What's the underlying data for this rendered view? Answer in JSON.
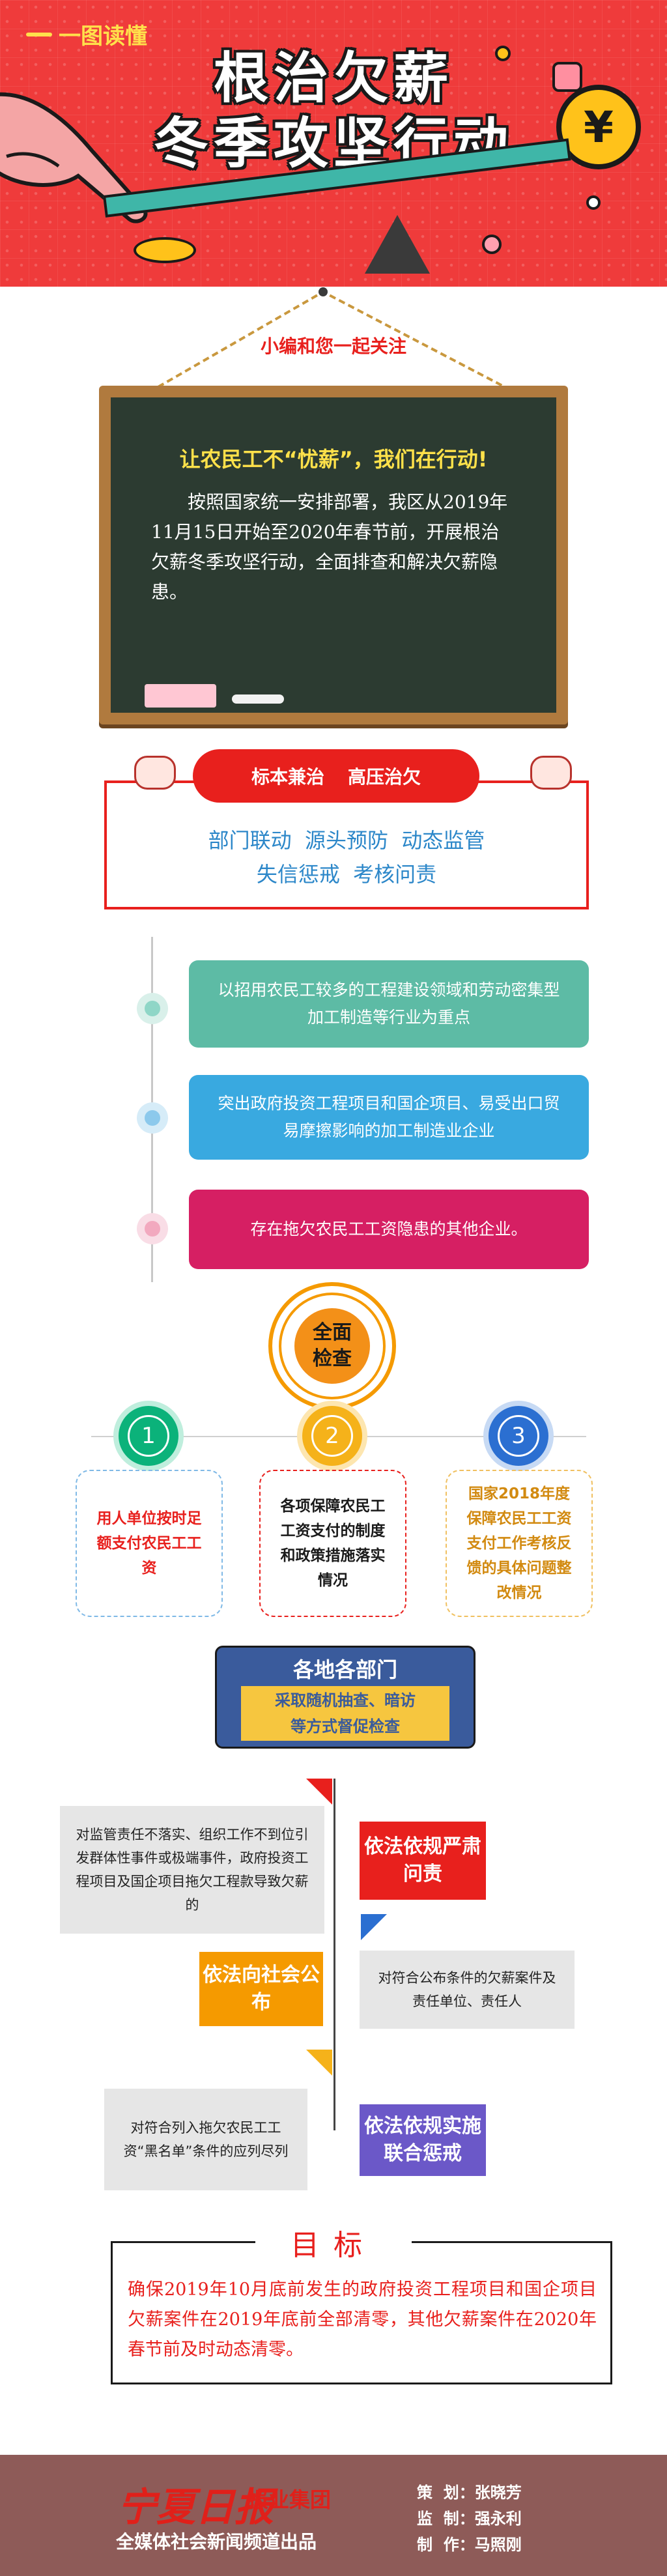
{
  "header": {
    "tag": "一图读懂",
    "title_line1": "根治欠薪",
    "title_line2": "冬季攻坚行动",
    "coin_symbol": "¥"
  },
  "board": {
    "hanging_text": "小编和您一起关注",
    "title": "让农民工不“忧薪”，我们在行动!",
    "body": "按照国家统一安排部署，我区从2019年11月15日开始至2020年春节前，开展根治欠薪冬季攻坚行动，全面排查和解决欠薪隐患。"
  },
  "principle": {
    "pill_left": "标本兼治",
    "pill_right": "高压治欠",
    "line1": "部门联动  源头预防  动态监管",
    "line2": "失信惩戒  考核问责"
  },
  "focus": [
    {
      "text": "以招用农民工较多的工程建设领域和劳动密集型加工制造等行业为重点",
      "color": "#5dbba5"
    },
    {
      "text": "突出政府投资工程项目和国企项目、易受出口贸易摩擦影响的加工制造业企业",
      "color": "#39a9e0"
    },
    {
      "text": "存在拖欠农民工工资隐患的其他企业。",
      "color": "#d61f63"
    }
  ],
  "check": {
    "title_l1": "全面",
    "title_l2": "检查",
    "items": [
      {
        "num": "1",
        "text": "用人单位按时足额支付农民工工资",
        "color": "#0bb27a",
        "text_color": "#e8201d"
      },
      {
        "num": "2",
        "text": "各项保障农民工工资支付的制度和政策措施落实情况",
        "color": "#f5b21a",
        "text_color": "#1a1a1a"
      },
      {
        "num": "3",
        "text": "国家2018年度保障农民工工资支付工作考核反馈的具体问题整改情况",
        "color": "#2b6fd1",
        "text_color": "#d28a10"
      }
    ]
  },
  "dept": {
    "title": "各地各部门",
    "sub_l1": "采取随机抽查、暗访",
    "sub_l2": "等方式督促检查"
  },
  "measures": {
    "m1_grey": "对监管责任不落实、组织工作不到位引发群体性事件或极端事件，政府投资工程项目及国企项目拖欠工程款导致欠薪的",
    "m1_label": "依法依规严肃问责",
    "m2_label": "依法向社会公布",
    "m2_grey": "对符合公布条件的欠薪案件及责任单位、责任人",
    "m3_grey": "对符合列入拖欠农民工工资“黑名单”条件的应列尽列",
    "m3_label": "依法依规实施联合惩戒"
  },
  "goal": {
    "title": "目标",
    "body": "确保2019年10月底前发生的政府投资工程项目和国企项目欠薪案件在2019年底前全部清零，其他欠薪案件在2020年春节前及时动态清零。"
  },
  "footer": {
    "logo": "宁夏日报",
    "group": "报业集团",
    "sub": "全媒体社会新闻频道出品",
    "credits": [
      {
        "role": "策  划：",
        "name": "张晓芳"
      },
      {
        "role": "监  制：",
        "name": "强永利"
      },
      {
        "role": "制  作：",
        "name": "马照刚"
      }
    ]
  },
  "colors": {
    "brand_red": "#e8201d",
    "hero_red": "#ef3b3b",
    "navy": "#3a5b9c",
    "board_green": "#2c3b31"
  }
}
